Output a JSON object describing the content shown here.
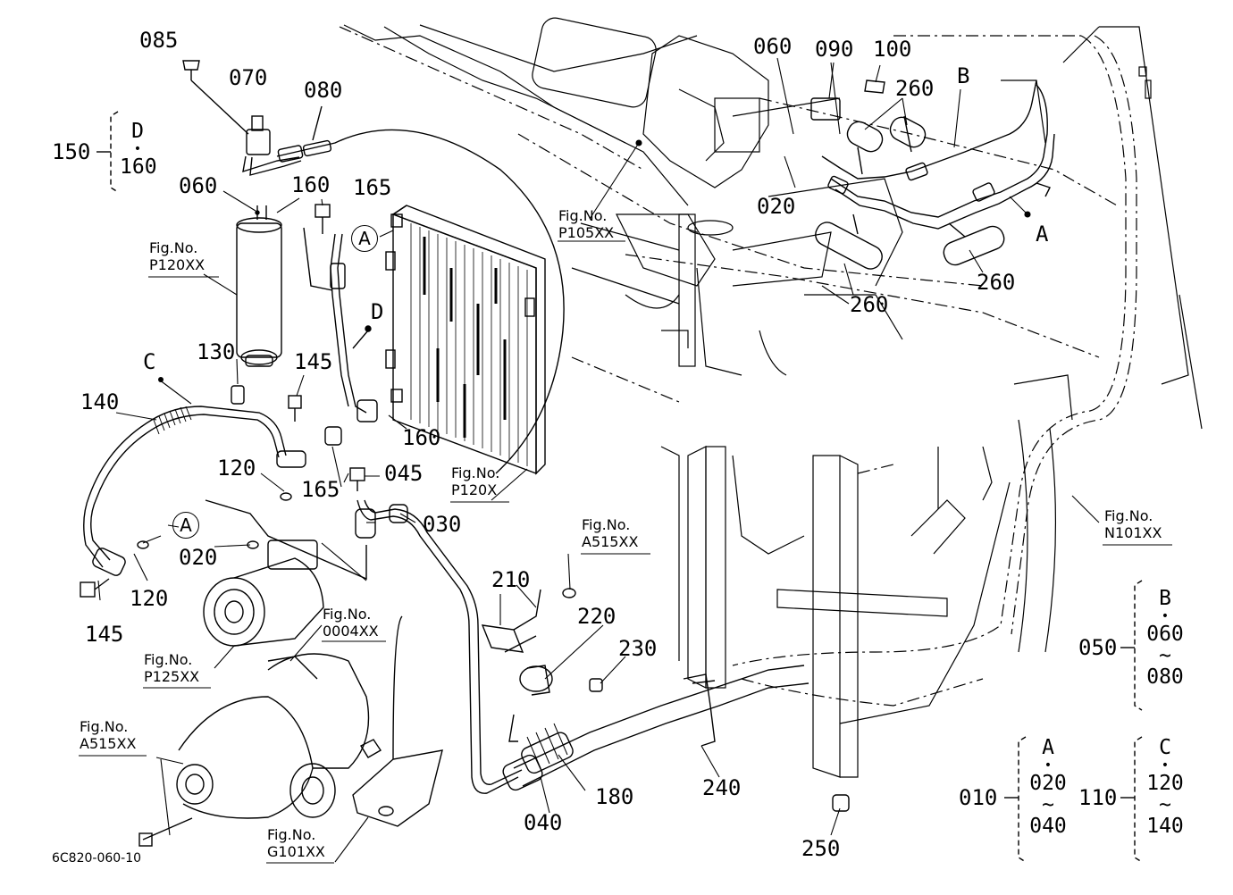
{
  "drawing_code": "6C820-060-10",
  "parts": {
    "p085": "085",
    "p070": "070",
    "p080": "080",
    "p060a": "060",
    "p160a": "160",
    "p165a": "165",
    "p130": "130",
    "p145a": "145",
    "p140": "140",
    "p160b": "160",
    "p165b": "165",
    "p045": "045",
    "p120a": "120",
    "p020a": "020",
    "p120b": "120",
    "p030": "030",
    "p145b": "145",
    "p060b": "060",
    "p090": "090",
    "p100": "100",
    "p260a": "260",
    "p020b": "020",
    "p260b": "260",
    "p260c": "260",
    "p210": "210",
    "p220": "220",
    "p230": "230",
    "p180": "180",
    "p040": "040",
    "p240": "240",
    "p250": "250"
  },
  "letters": {
    "c_label": "C",
    "d_label": "D",
    "b_label": "B",
    "a_label": "A",
    "circle_a1": "A",
    "circle_a2": "A"
  },
  "figrefs": {
    "p120xx": {
      "l1": "Fig.No.",
      "l2": "P120XX"
    },
    "p105xx": {
      "l1": "Fig.No.",
      "l2": "P105XX"
    },
    "p120x": {
      "l1": "Fig.No.",
      "l2": "P120X"
    },
    "a515xx_top": {
      "l1": "Fig.No.",
      "l2": "A515XX"
    },
    "n101xx": {
      "l1": "Fig.No.",
      "l2": "N101XX"
    },
    "p0004xx": {
      "l1": "Fig.No.",
      "l2": "0004XX"
    },
    "p125xx": {
      "l1": "Fig.No.",
      "l2": "P125XX"
    },
    "a515xx_low": {
      "l1": "Fig.No.",
      "l2": "A515XX"
    },
    "g101xx": {
      "l1": "Fig.No.",
      "l2": "G101XX"
    }
  },
  "groups": {
    "g150": {
      "id": "150",
      "from": "D",
      "dot": "•",
      "to": "160"
    },
    "g050": {
      "id": "050",
      "from": "B",
      "dot": "•",
      "a": "060",
      "tilde": "~",
      "b": "080"
    },
    "g010": {
      "id": "010",
      "from": "A",
      "dot": "•",
      "a": "020",
      "tilde": "~",
      "b": "040"
    },
    "g110": {
      "id": "110",
      "from": "C",
      "dot": "•",
      "a": "120",
      "tilde": "~",
      "b": "140"
    }
  }
}
